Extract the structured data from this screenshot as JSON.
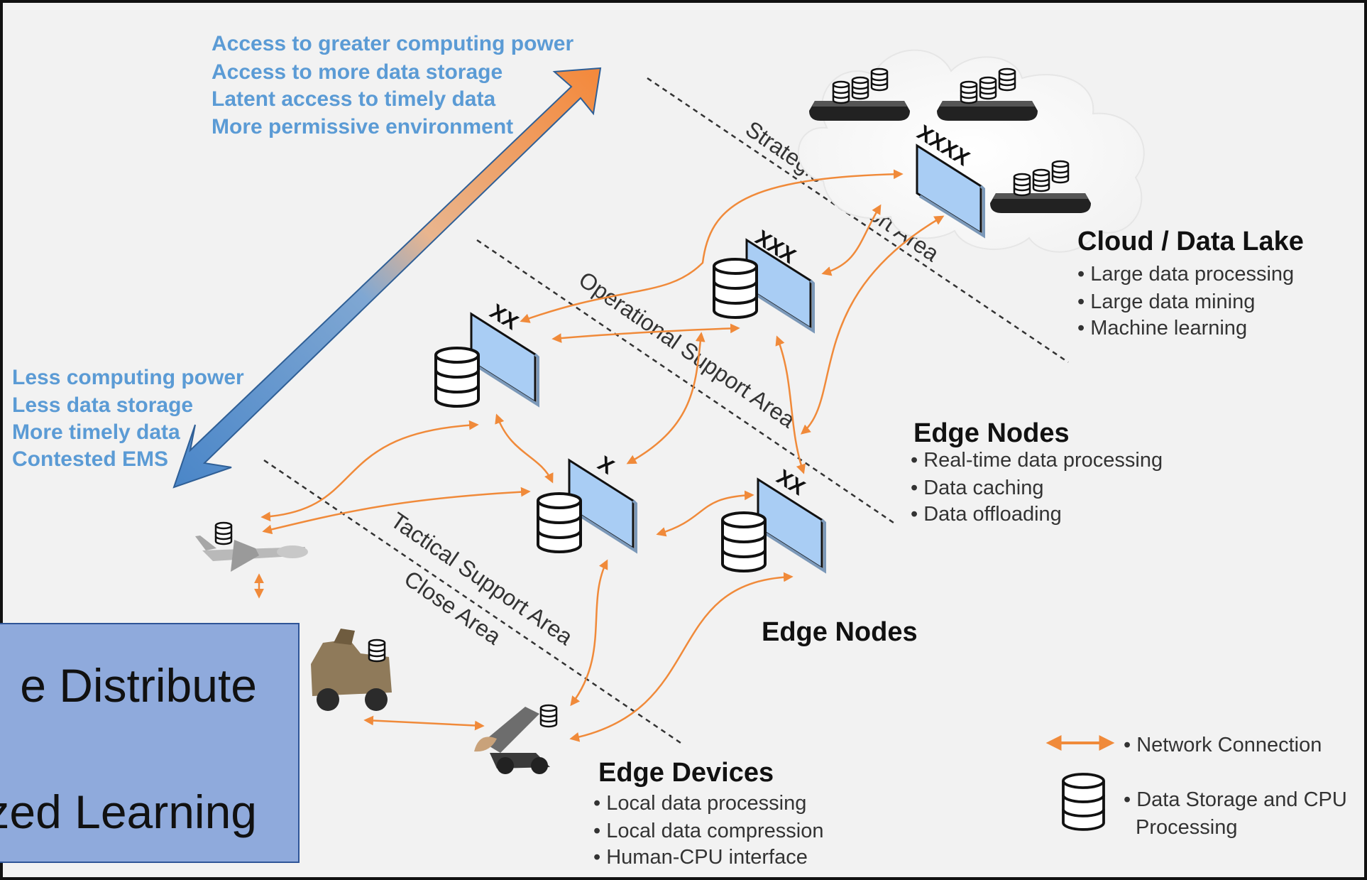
{
  "top_gradient_labels": [
    "Access to greater computing power",
    "Access to more data storage",
    "Latent access to timely  data",
    "More permissive environment"
  ],
  "bottom_gradient_labels": [
    "Less computing  power",
    "Less data storage",
    "More timely  data",
    "Contested EMS"
  ],
  "areas": {
    "strategic": "Strategic Support Area",
    "operational": "Operational Support Area",
    "tactical": "Tactical Support Area",
    "close": "Close Area"
  },
  "cloud": {
    "title": "Cloud / Data Lake",
    "bullets": [
      "• Large data processing",
      "• Large data mining",
      "• Machine learning"
    ]
  },
  "edge_nodes": {
    "title": "Edge Nodes",
    "bullets": [
      "• Real-time data processing",
      "• Data caching",
      "• Data offloading"
    ],
    "lower_title": "Edge Nodes"
  },
  "edge_devices": {
    "title": "Edge Devices",
    "bullets": [
      "• Local data processing",
      "• Local data compression",
      "• Human-CPU interface"
    ]
  },
  "legend": {
    "network": "• Network Connection",
    "storage_line1": "• Data Storage and CPU",
    "storage_line2": "Processing"
  },
  "echelon_marks": {
    "xxxx": "XXXX",
    "xxx": "XXX",
    "xx_upper": "XX",
    "x": "X",
    "xx_lower": "XX"
  },
  "overlay": {
    "line1": "e Distribute",
    "line2": "zed Learning"
  },
  "colors": {
    "arrow": "#f08a3a",
    "gradient_top": "#f4883a",
    "gradient_bottom": "#4a86c8",
    "panel": "#a9cdf4",
    "text_blue": "#5b9bd5",
    "overlay_bg": "#8faadc"
  }
}
